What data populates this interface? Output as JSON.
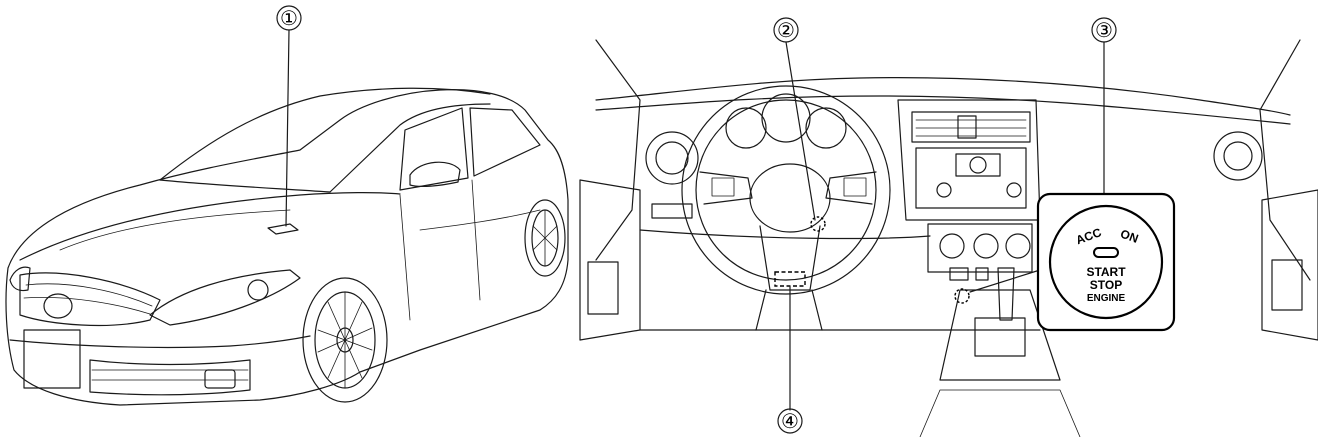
{
  "callouts": [
    {
      "label": "①"
    },
    {
      "label": "②"
    },
    {
      "label": "③"
    },
    {
      "label": "④"
    }
  ],
  "start_button": {
    "acc_label": "ACC",
    "on_label": "ON",
    "line1": "START",
    "line2": "STOP",
    "line3": "ENGINE"
  },
  "colors": {
    "line": "#1a1a1a",
    "background": "#ffffff"
  }
}
